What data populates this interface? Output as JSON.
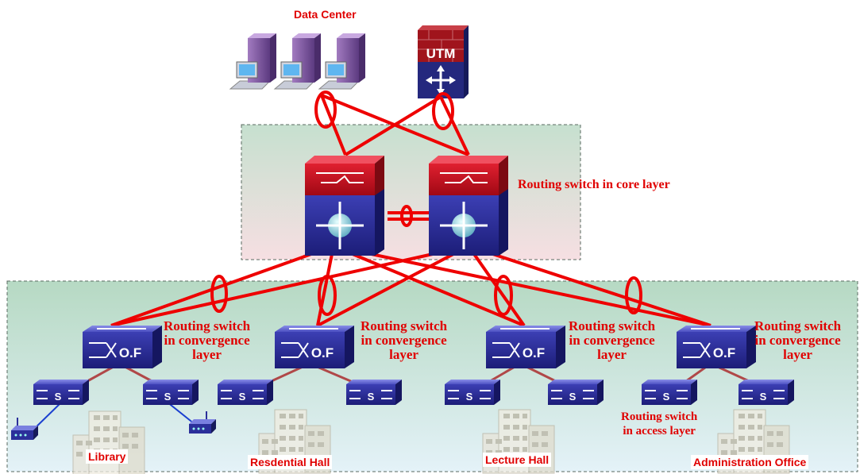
{
  "title": "Data Center",
  "utm_label": "UTM",
  "core_label": "Routing switch in core layer",
  "conv_label_line1": "Routing switch",
  "conv_label_line2": "in convergence",
  "conv_label_line3": "layer",
  "switch_letters": "O.F",
  "access_switch_letter": "S",
  "access_label_line1": "Routing switch",
  "access_label_line2": "in access layer",
  "buildings": [
    "Library",
    "Resdential Hall",
    "Lecture Hall",
    "Administration Office"
  ],
  "colors": {
    "link": "#ee0000",
    "access_link": "#b04848",
    "wireless_link": "#1a3fd0",
    "label": "#e00000",
    "switch_blue": "#2b2f9a",
    "switch_red": "#c8101a"
  },
  "icons": [
    "server-icon",
    "utm-firewall-icon",
    "core-switch-icon",
    "convergence-switch-icon",
    "access-switch-icon",
    "wireless-ap-icon",
    "building-icon"
  ]
}
